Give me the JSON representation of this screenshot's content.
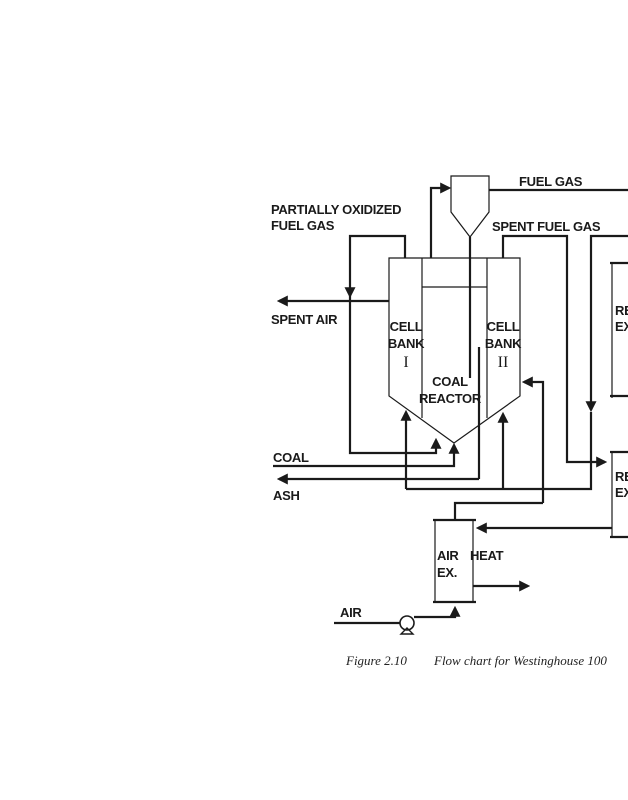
{
  "figure": {
    "caption_number": "Figure 2.10",
    "caption_text": "Flow chart for Westinghouse 100"
  },
  "labels": {
    "partially_oxidized_line1": "PARTIALLY OXIDIZED",
    "partially_oxidized_line2": "FUEL GAS",
    "fuel_gas": "FUEL GAS",
    "spent_fuel_gas": "SPENT FUEL GAS",
    "spent_air": "SPENT AIR",
    "coal": "COAL",
    "ash": "ASH",
    "air": "AIR",
    "cell_bank_1_line1": "CELL",
    "cell_bank_1_line2": "BANK",
    "cell_bank_1_numeral": "I",
    "cell_bank_2_line1": "CELL",
    "cell_bank_2_line2": "BANK",
    "cell_bank_2_numeral": "II",
    "coal_reactor_line1": "COAL",
    "coal_reactor_line2": "REACTOR",
    "air_heat_ex_line1a": "AIR",
    "air_heat_ex_line1b": "HEAT",
    "air_heat_ex_line2": "EX.",
    "regen_ex_top_line1": "RE",
    "regen_ex_top_line2": "EX",
    "regen_ex_bottom_line1": "RE",
    "regen_ex_bottom_line2": "EX"
  }
}
